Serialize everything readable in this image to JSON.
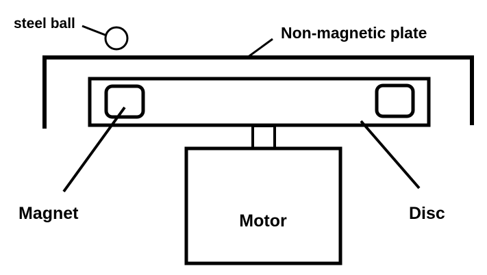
{
  "labels": {
    "steel_ball": "steel ball",
    "plate": "Non-magnetic plate",
    "magnet": "Magnet",
    "motor": "Motor",
    "disc": "Disc"
  },
  "colors": {
    "stroke": "#000000",
    "background": "#ffffff"
  }
}
